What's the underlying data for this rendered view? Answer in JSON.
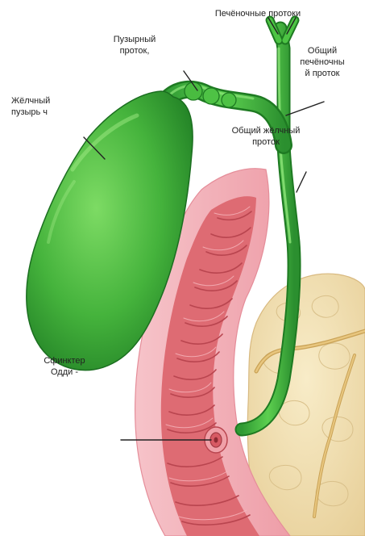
{
  "labels": {
    "hepatic_ducts": "Печёночные протоки",
    "cystic_duct": "Пузырный\nпроток,",
    "common_hepatic_duct": "Общий\nпечёночны\nй проток",
    "gallbladder": "Жёлчный\nпузырь ч",
    "common_bile_duct": "Общий жёлчный\nпроток",
    "sphincter_oddi": "Сфинктер\nОдди -"
  },
  "colors": {
    "duct_green": "#3fb53f",
    "gallbladder_green": "#3aa83a",
    "intestine_pink": "#f2aeb6",
    "intestine_red": "#e06a72",
    "pancreas_cream": "#f3e2b8",
    "leader_line": "#222222"
  }
}
